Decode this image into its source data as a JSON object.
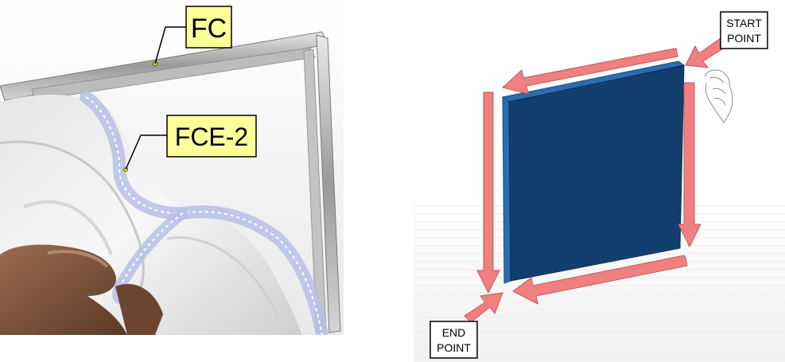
{
  "photo": {
    "callouts": [
      {
        "id": "fc",
        "label": "FC"
      },
      {
        "id": "fce2",
        "label": "FCE-2"
      }
    ]
  },
  "diagram": {
    "start_label": [
      "START",
      "POINT"
    ],
    "end_label": [
      "END",
      "POINT"
    ],
    "colors": {
      "panel_face": "#123f6e",
      "panel_edge": "#2a6db0",
      "arrow_fill": "#f07f7f",
      "arrow_stroke": "#c05858",
      "callout_bg": "#ffff99"
    }
  }
}
